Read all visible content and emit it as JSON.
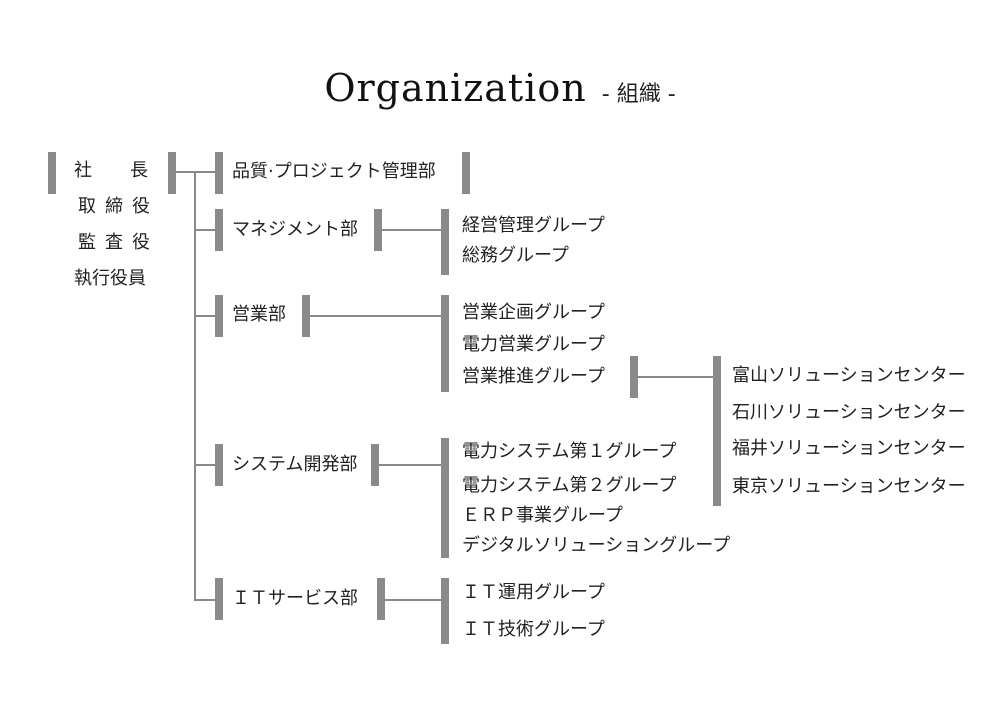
{
  "title": {
    "main": "Organization",
    "sub": "- 組織 -"
  },
  "leadership": {
    "president": [
      "社",
      "長"
    ],
    "directors": [
      "取",
      "締",
      "役"
    ],
    "auditors": [
      "監",
      "査",
      "役"
    ],
    "officers": "執行役員"
  },
  "departments": {
    "quality": {
      "name": "品質·プロジェクト管理部"
    },
    "management": {
      "name": "マネジメント部",
      "groups": [
        "経営管理グループ",
        "総務グループ"
      ]
    },
    "sales": {
      "name": "営業部",
      "groups": [
        "営業企画グループ",
        "電力営業グループ",
        "営業推進グループ"
      ],
      "centers": [
        "富山ソリューションセンター",
        "石川ソリューションセンター",
        "福井ソリューションセンター",
        "東京ソリューションセンター"
      ]
    },
    "systems": {
      "name": "システム開発部",
      "groups": [
        "電力システム第１グループ",
        "電力システム第２グループ",
        "ＥＲＰ事業グループ",
        "デジタルソリューショングループ"
      ]
    },
    "it": {
      "name": "ＩＴサービス部",
      "groups": [
        "ＩＴ運用グループ",
        "ＩＴ技術グループ"
      ]
    }
  }
}
